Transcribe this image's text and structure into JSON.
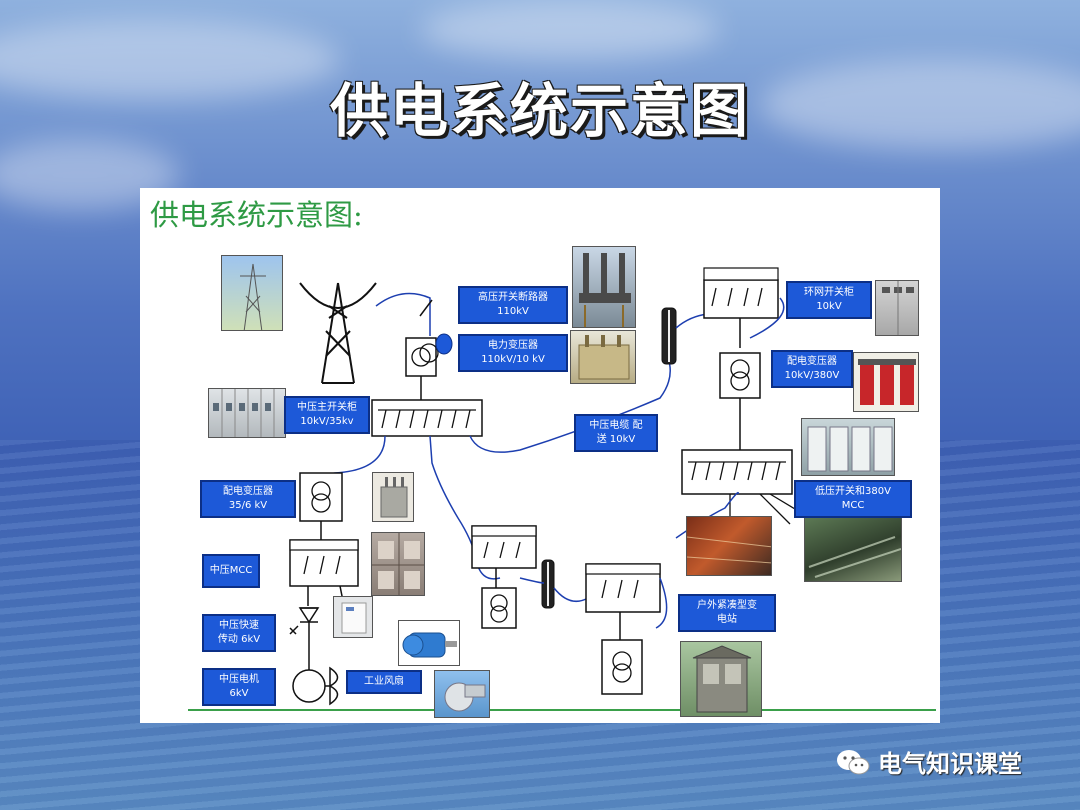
{
  "slide": {
    "title": "供电系统示意图"
  },
  "panel": {
    "heading": "供电系统示意图:"
  },
  "labels": {
    "hv_breaker": {
      "line1": "高压开关断路器",
      "line2": "110kV"
    },
    "power_transformer": {
      "line1": "电力变压器",
      "line2": "110kV/10 kV"
    },
    "ring_main_unit": {
      "line1": "环网开关柜",
      "line2": "10kV"
    },
    "dist_transformer_10kv": {
      "line1": "配电变压器",
      "line2": "10kV/380V"
    },
    "mv_main_switchgear": {
      "line1": "中压主开关柜",
      "line2": "10kV/35kv"
    },
    "mv_cable": {
      "line1": "中压电缆  配",
      "line2": "送      10kV"
    },
    "dist_transformer_35kv": {
      "line1": "配电变压器",
      "line2": "35/6 kV"
    },
    "lv_switchgear_mcc": {
      "line1": "低压开关和380V",
      "line2": "MCC"
    },
    "mv_mcc": {
      "line1": "中压MCC"
    },
    "mv_fast_drive": {
      "line1": "中压快速",
      "line2": "传动 6kV"
    },
    "mv_motor": {
      "line1": "中压电机",
      "line2": "6kV"
    },
    "industrial_fan": {
      "line1": "工业风扇"
    },
    "outdoor_substation": {
      "line1": "户外紧凑型变",
      "line2": "电站"
    }
  },
  "watermark": {
    "text": "电气知识课堂"
  },
  "colors": {
    "label_bg": "#1d59d8",
    "heading_green": "#2e9a44",
    "cable_blue": "#1d3fb0"
  }
}
